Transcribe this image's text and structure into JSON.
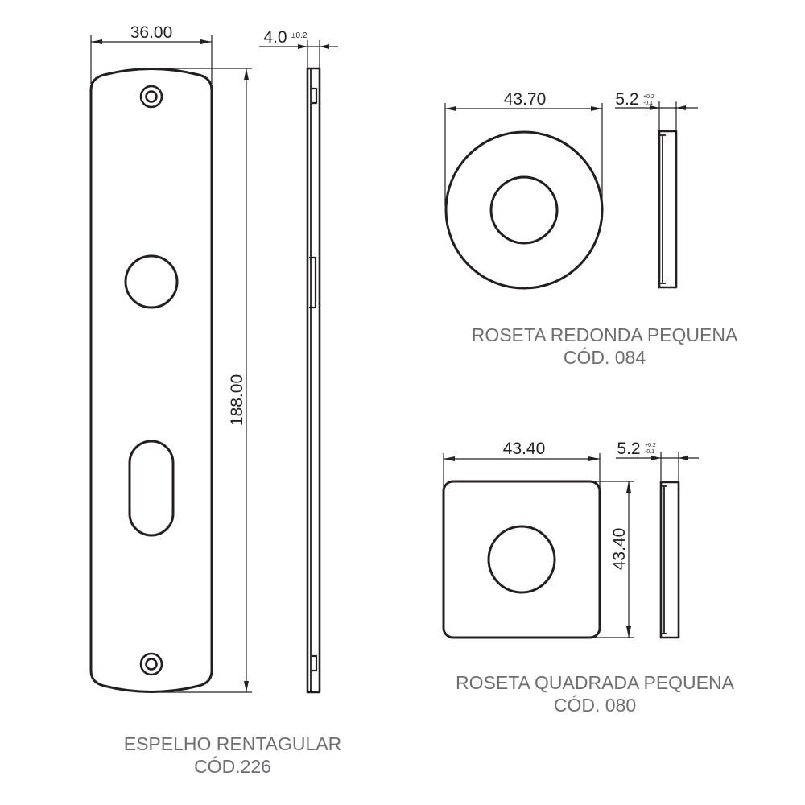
{
  "parts": {
    "escutcheon": {
      "caption": "ESPELHO RENTAGULAR",
      "code": "CÓD.226",
      "width": "36.00",
      "height": "188.00",
      "thickness": "4.0",
      "thickness_tol": "±0.2"
    },
    "round_rosette": {
      "caption": "ROSETA REDONDA PEQUENA",
      "code": "CÓD. 084",
      "diameter": "43.70",
      "thickness": "5.2",
      "tol_plus": "+0.2",
      "tol_minus": "-0.1"
    },
    "square_rosette": {
      "caption": "ROSETA QUADRADA PEQUENA",
      "code": "CÓD. 080",
      "width": "43.40",
      "height": "43.40",
      "thickness": "5.2",
      "tol_plus": "+0.2",
      "tol_minus": "-0.1"
    }
  },
  "colors": {
    "line": "#231f20",
    "caption": "#6d6e71",
    "background": "#ffffff"
  }
}
